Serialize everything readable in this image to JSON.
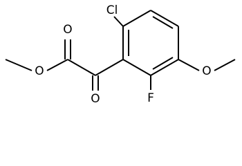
{
  "molecule": {
    "atoms": {
      "chlorine": "Cl",
      "fluorine": "F",
      "carbonyl_oxygen_top": "O",
      "ester_oxygen": "O",
      "ketone_oxygen": "O",
      "methoxy_oxygen": "O"
    }
  },
  "colors": {
    "bond": "#000000",
    "background": "#ffffff"
  }
}
